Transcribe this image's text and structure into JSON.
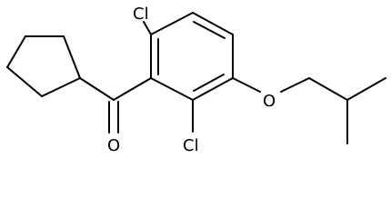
{
  "molecule": {
    "atoms": {
      "cl_top": "Cl",
      "cl_bottom": "Cl",
      "o_ketone": "O",
      "o_ether": "O"
    }
  }
}
